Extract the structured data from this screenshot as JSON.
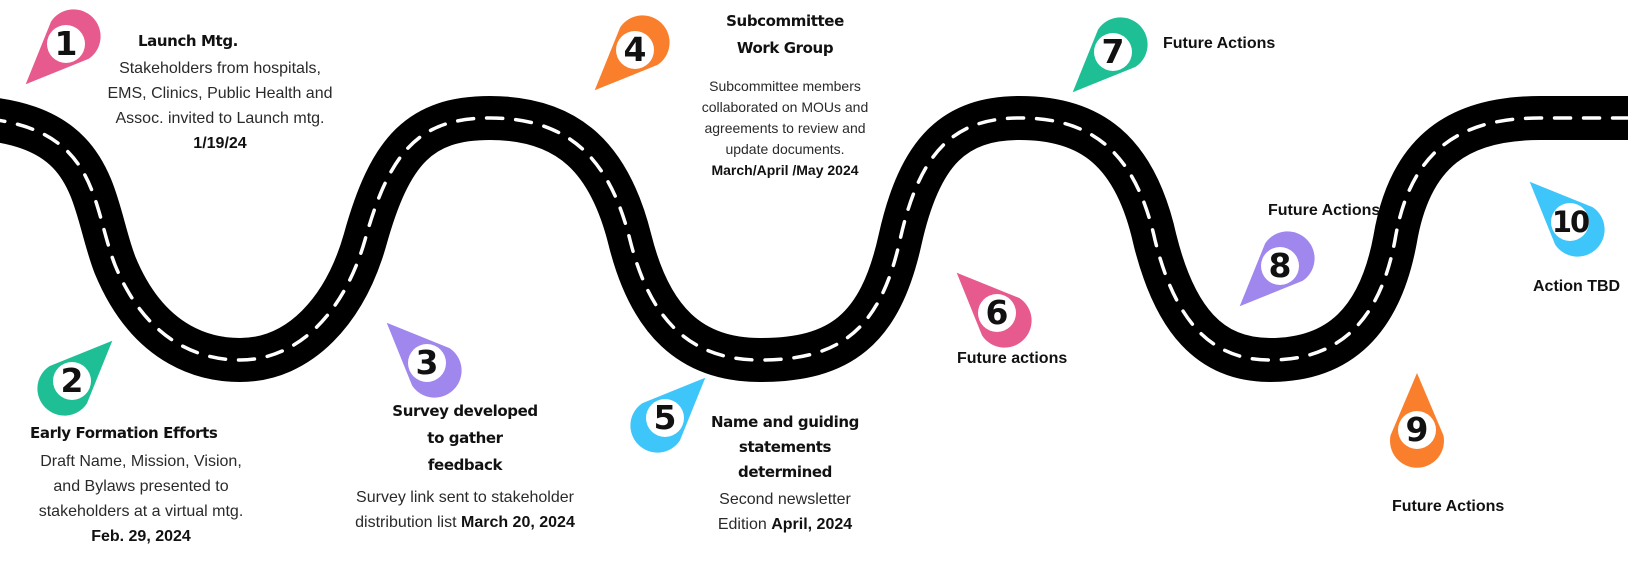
{
  "milestones": {
    "m1": {
      "number": "1",
      "color": "#e75a8d",
      "title": "Launch Mtg.",
      "body": "Stakeholders from hospitals, EMS, Clinics, Public Health and Assoc. invited to Launch mtg.",
      "date": "1/19/24"
    },
    "m2": {
      "number": "2",
      "color": "#1fbf95",
      "title": "Early Formation Efforts",
      "body": "Draft Name, Mission, Vision, and Bylaws presented to stakeholders at a virtual mtg.",
      "date": "Feb. 29, 2024"
    },
    "m3": {
      "number": "3",
      "color": "#a087ee",
      "title": "Survey developed to gather feedback",
      "body": "Survey link sent to stakeholder distribution list",
      "date": "March 20, 2024"
    },
    "m4": {
      "number": "4",
      "color": "#fa7f2c",
      "title": "Subcommittee Work Group",
      "body": "Subcommittee members collaborated on MOUs and agreements to review and update documents.",
      "date": "March/April /May 2024"
    },
    "m5": {
      "number": "5",
      "color": "#3ec6fa",
      "title": "Name and guiding statements determined",
      "body": "Second newsletter Edition",
      "date": "April, 2024"
    },
    "m6": {
      "number": "6",
      "color": "#e75a8d",
      "label": "Future actions"
    },
    "m7": {
      "number": "7",
      "color": "#1fbf95",
      "label": "Future Actions"
    },
    "m8": {
      "number": "8",
      "color": "#a087ee",
      "label": "Future Actions"
    },
    "m9": {
      "number": "9",
      "color": "#fa7f2c",
      "label": "Future Actions"
    },
    "m10": {
      "number": "10",
      "color": "#3ec6fa",
      "label": "Action TBD"
    }
  },
  "road": {
    "color": "#000000",
    "dash_color": "#ffffff"
  }
}
